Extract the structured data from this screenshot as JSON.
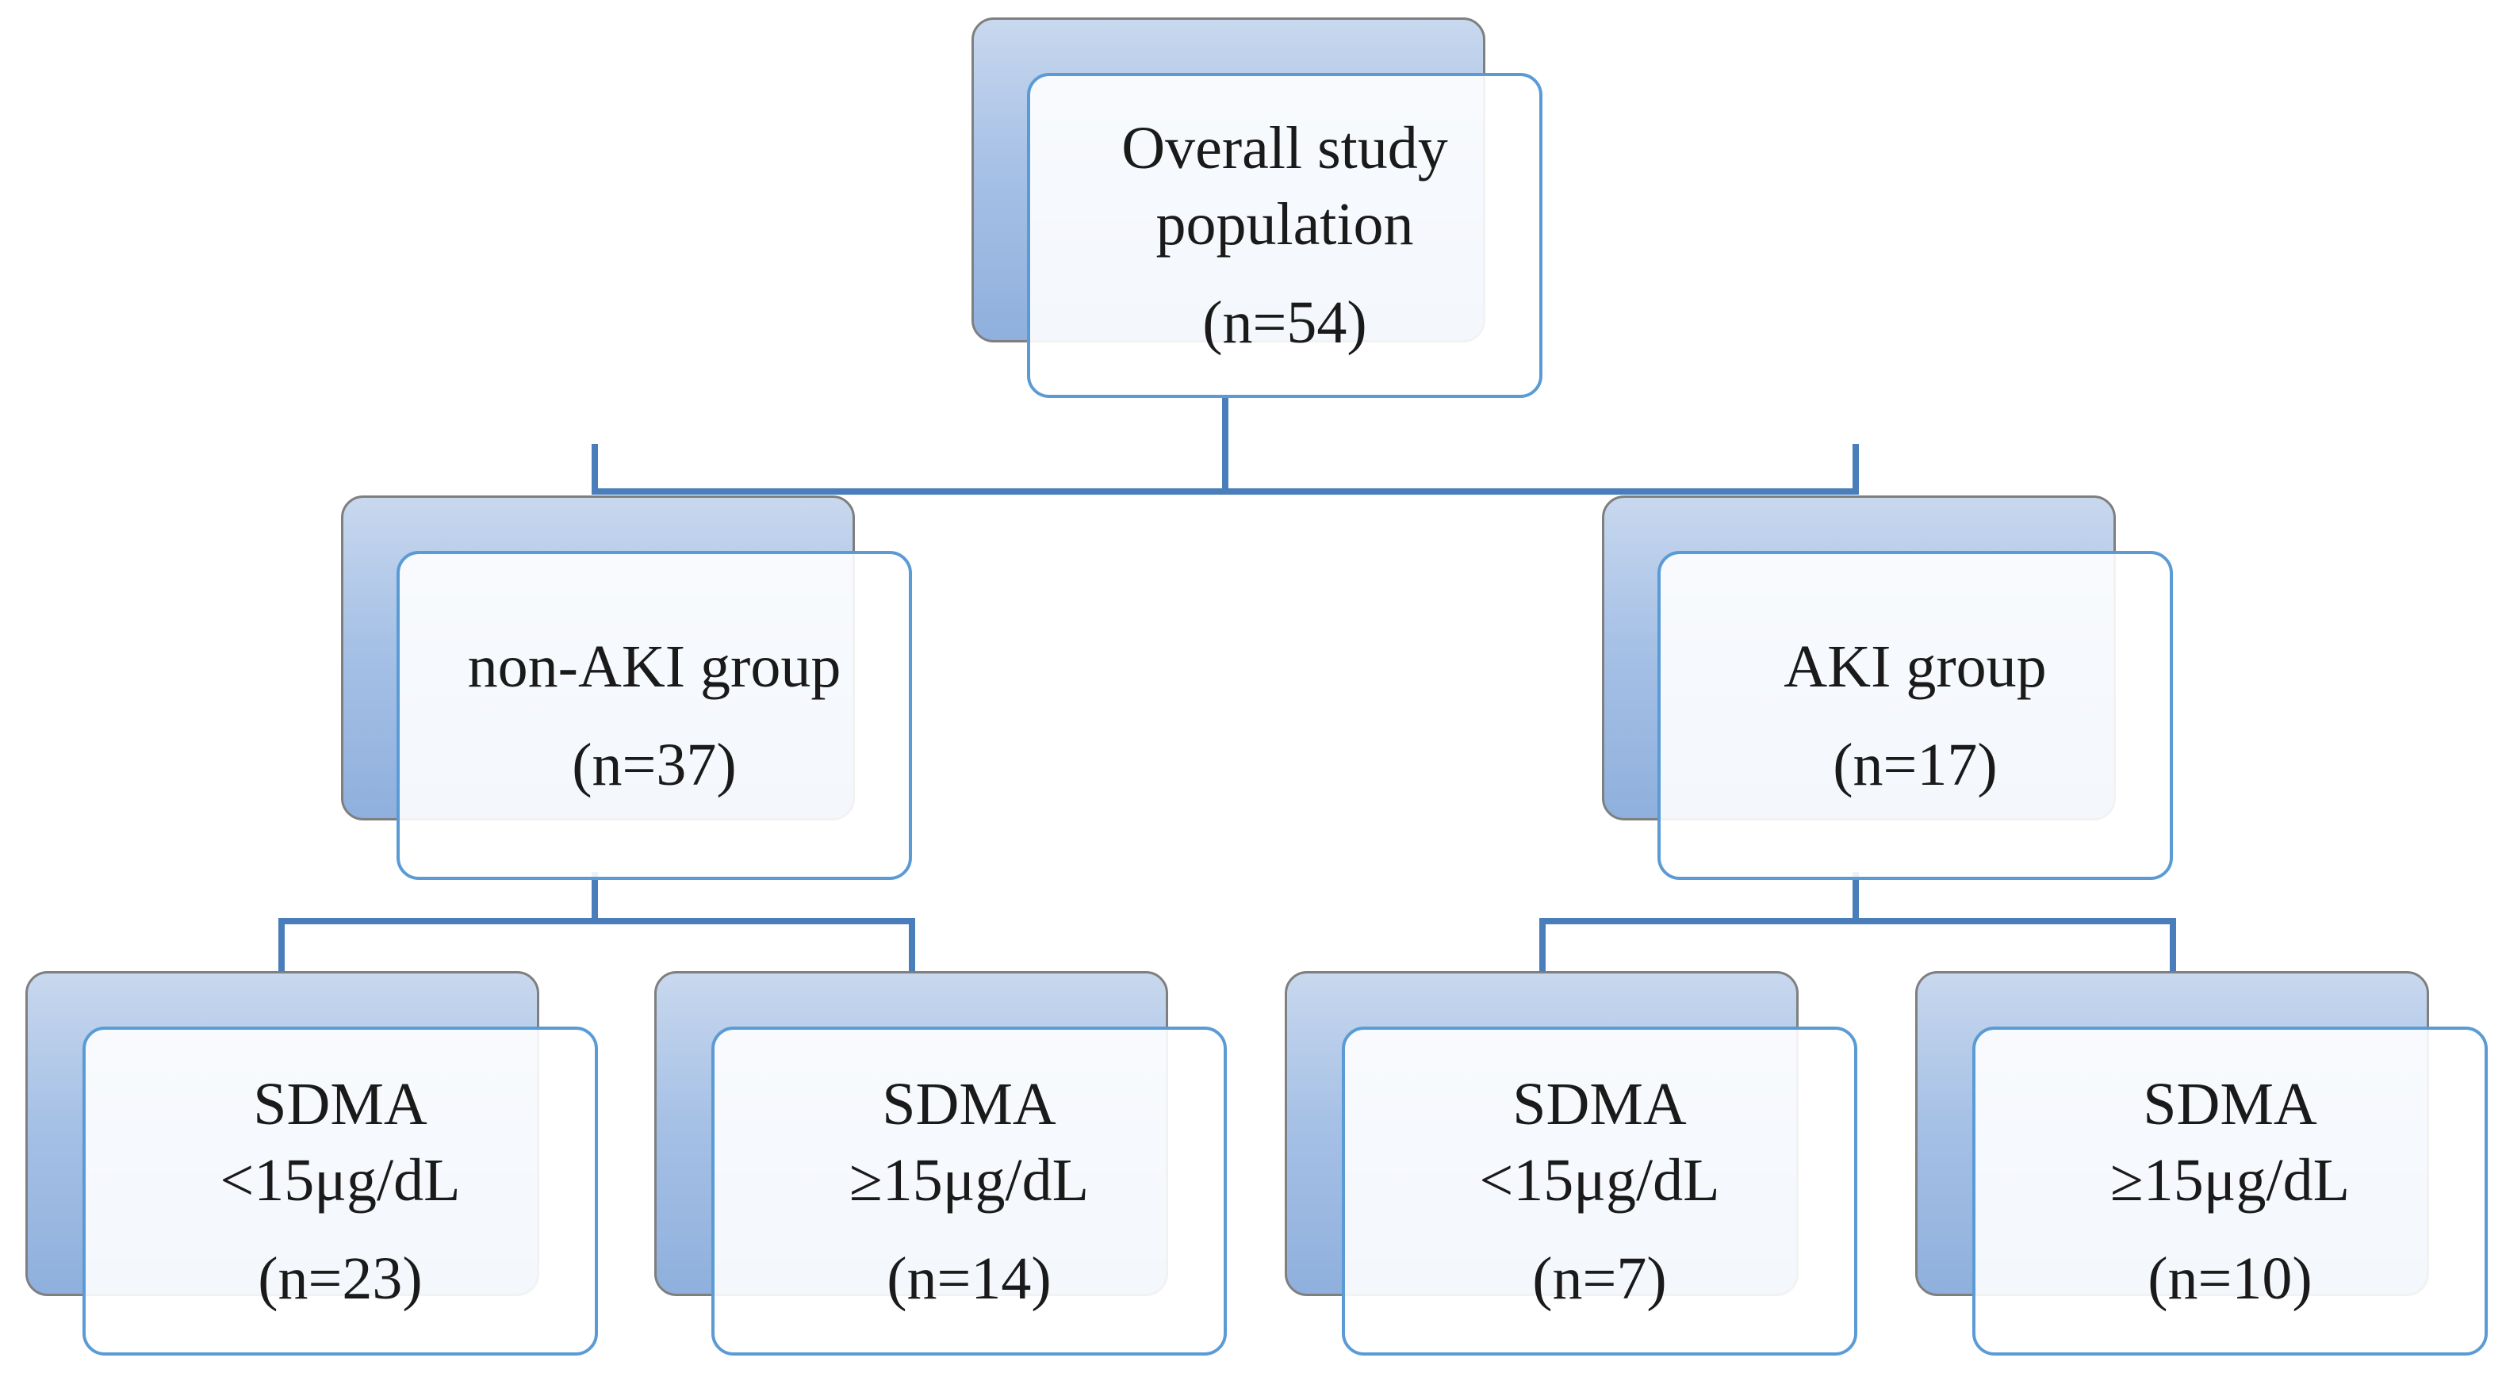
{
  "root": {
    "title_line1": "Overall study",
    "title_line2": "population",
    "count": "(n=54)"
  },
  "groups": [
    {
      "label": "non-AKI group",
      "count": "(n=37)",
      "children": [
        {
          "line1": "SDMA",
          "line2": "<15μg/dL",
          "count": "(n=23)"
        },
        {
          "line1": "SDMA",
          "line2": "≥15μg/dL",
          "count": "(n=14)"
        }
      ]
    },
    {
      "label": "AKI group",
      "count": "(n=17)",
      "children": [
        {
          "line1": "SDMA",
          "line2": "<15μg/dL",
          "count": "(n=7)"
        },
        {
          "line1": "SDMA",
          "line2": "≥15μg/dL",
          "count": "(n=10)"
        }
      ]
    }
  ],
  "colors": {
    "connector": "#4a7ebb",
    "front_border": "#5b9bd5",
    "back_fill": "#a7c1e6"
  }
}
